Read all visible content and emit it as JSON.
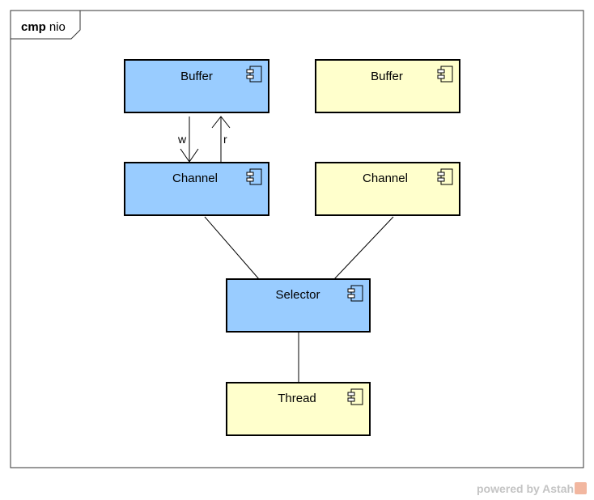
{
  "frame": {
    "kind": "cmp",
    "name": "nio"
  },
  "colors": {
    "blue_fill": "#99ccff",
    "yellow_fill": "#ffffcc",
    "border": "#000000",
    "frame_border": "#333333"
  },
  "components": [
    {
      "id": "buffer-left",
      "label": "Buffer",
      "fill": "blue"
    },
    {
      "id": "buffer-right",
      "label": "Buffer",
      "fill": "yellow"
    },
    {
      "id": "channel-left",
      "label": "Channel",
      "fill": "blue"
    },
    {
      "id": "channel-right",
      "label": "Channel",
      "fill": "yellow"
    },
    {
      "id": "selector",
      "label": "Selector",
      "fill": "blue"
    },
    {
      "id": "thread",
      "label": "Thread",
      "fill": "yellow"
    }
  ],
  "connectors": [
    {
      "from": "buffer-left",
      "to": "channel-left",
      "label": "w",
      "arrow": "open"
    },
    {
      "from": "channel-left",
      "to": "buffer-left",
      "label": "r",
      "arrow": "open"
    },
    {
      "from": "channel-left",
      "to": "selector",
      "label": ""
    },
    {
      "from": "channel-right",
      "to": "selector",
      "label": ""
    },
    {
      "from": "selector",
      "to": "thread",
      "label": ""
    }
  ],
  "watermark": {
    "text": "powered by Astah",
    "logo": "astah-logo-icon"
  }
}
